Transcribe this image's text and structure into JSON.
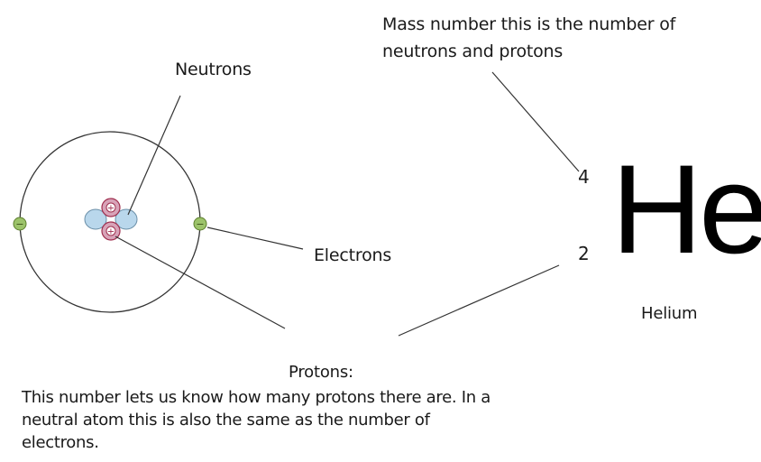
{
  "labels": {
    "mass_number": [
      "Mass number this is the number of",
      "neutrons and protons"
    ],
    "neutrons": "Neutrons",
    "electrons": "Electrons",
    "helium": "Helium",
    "protons_title": "Protons:",
    "protons_description": [
      "This number lets us know how many protons there are. In a",
      "neutral atom this is also the same as the number of",
      "electrons."
    ]
  },
  "element": {
    "mass_number": "4",
    "atomic_number": "2",
    "symbol": "He"
  },
  "particle_signs": {
    "electron": "−",
    "proton": "+"
  },
  "colors": {
    "orbit": "#333333",
    "electron_fill": "#9cc36a",
    "proton_fill": "#d8a3b8",
    "neutron_fill": "#b9d7ec",
    "leader_line": "#333333"
  }
}
